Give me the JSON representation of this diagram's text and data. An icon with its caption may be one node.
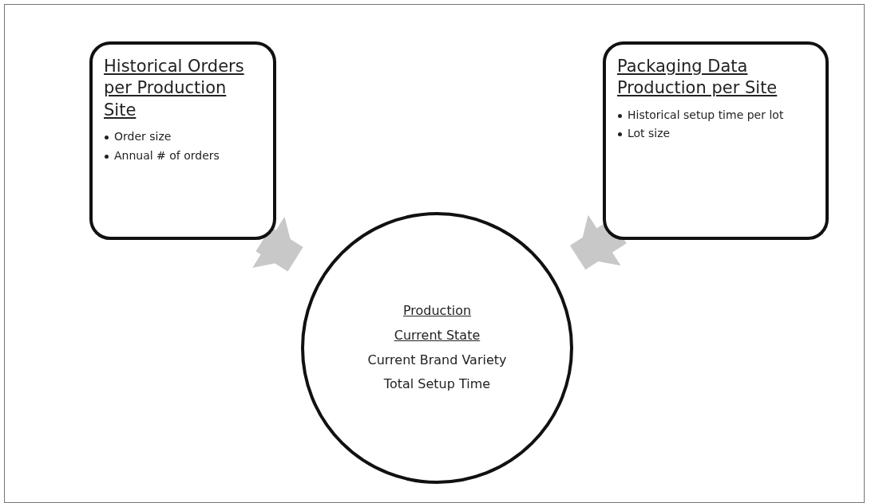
{
  "diagram": {
    "nodes": [
      {
        "text": [
          "Historical Orders per Production Site",
          "Order size",
          "Annual # of orders"
        ]
      },
      {
        "text": [
          "Packaging Data Production per Site",
          "Historical setup time per lot",
          "Lot size"
        ]
      },
      {
        "text": [
          "Production",
          "Current State",
          "Current Brand Variety",
          "Total Setup Time"
        ]
      }
    ],
    "edges": [
      {
        "from": 0,
        "to": 2,
        "arrow": "to"
      },
      {
        "from": 1,
        "to": 2,
        "arrow": "to"
      }
    ]
  }
}
